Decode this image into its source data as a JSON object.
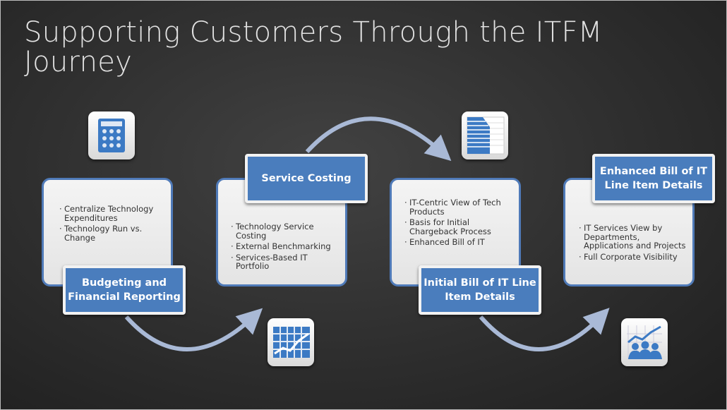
{
  "title": "Supporting Customers Through the ITFM Journey",
  "stages": [
    {
      "label": "Budgeting and Financial Reporting",
      "bullets": [
        "Centralize Technology Expenditures",
        "Technology Run vs. Change"
      ],
      "icon": "calculator-icon"
    },
    {
      "label": "Service Costing",
      "bullets": [
        "Technology Service Costing",
        "External Benchmarking",
        "Services-Based IT Portfolio"
      ],
      "icon": "spreadsheet-chart-icon"
    },
    {
      "label": "Initial Bill of IT Line Item Details",
      "bullets": [
        "IT-Centric View of  Tech Products",
        "Basis for Initial Chargeback Process",
        "Enhanced Bill of IT"
      ],
      "icon": "table-list-icon"
    },
    {
      "label": "Enhanced Bill of IT Line Item Details",
      "bullets": [
        "IT Services View by Departments, Applications and Projects",
        "Full Corporate Visibility"
      ],
      "icon": "people-chart-icon"
    }
  ],
  "colors": {
    "accent": "#4a7dbd",
    "arrow": "#a9b9d6",
    "card": "#ececec"
  }
}
